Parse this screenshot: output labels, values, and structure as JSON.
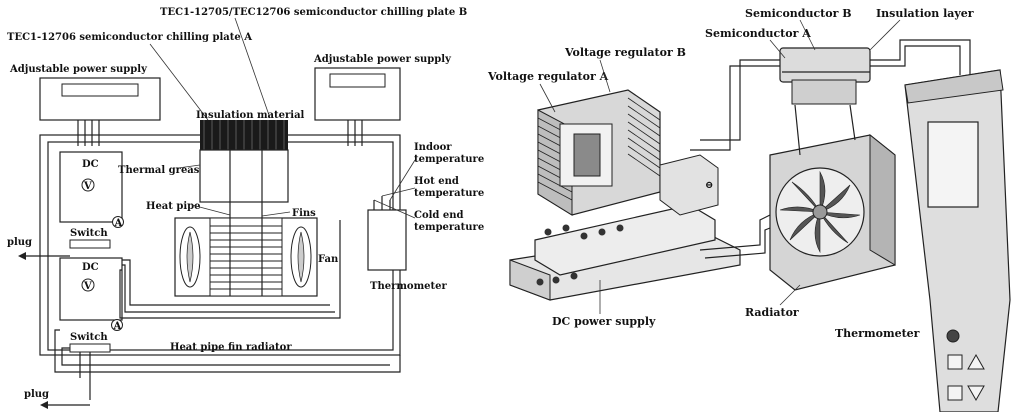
{
  "left": {
    "plate_b_label": "TEC1-12705/TEC12706 semiconductor chilling plate B",
    "plate_a_label": "TEC1-12706 semiconductor chilling plate A",
    "psu_left_label": "Adjustable power supply",
    "psu_right_label": "Adjustable power supply",
    "insulation_label": "Insulation material",
    "thermal_grease_label": "Thermal grease",
    "heat_pipe_label": "Heat pipe",
    "fins_label": "Fins",
    "fan_label": "Fan",
    "radiator_label": "Heat pipe fin radiator",
    "thermometer_label": "Thermometer",
    "indoor_label": "Indoor",
    "indoor_label2": "temperature",
    "hot_label": "Hot end",
    "hot_label2": "temperature",
    "cold_label": "Cold end",
    "cold_label2": "temperature",
    "dc_top": "DC",
    "dc_bottom": "DC",
    "switch_top": "Switch",
    "switch_bottom": "Switch",
    "plug_top": "plug",
    "plug_bottom": "plug",
    "v_symbol": "V",
    "a_symbol": "A"
  },
  "right": {
    "voltage_a_label": "Voltage regulator A",
    "voltage_b_label": "Voltage regulator B",
    "semi_a_label": "Semiconductor A",
    "semi_b_label": "Semiconductor B",
    "insulation_layer_label": "Insulation layer",
    "dc_supply_label": "DC power supply",
    "radiator_label": "Radiator",
    "thermometer_label": "Thermometer"
  }
}
